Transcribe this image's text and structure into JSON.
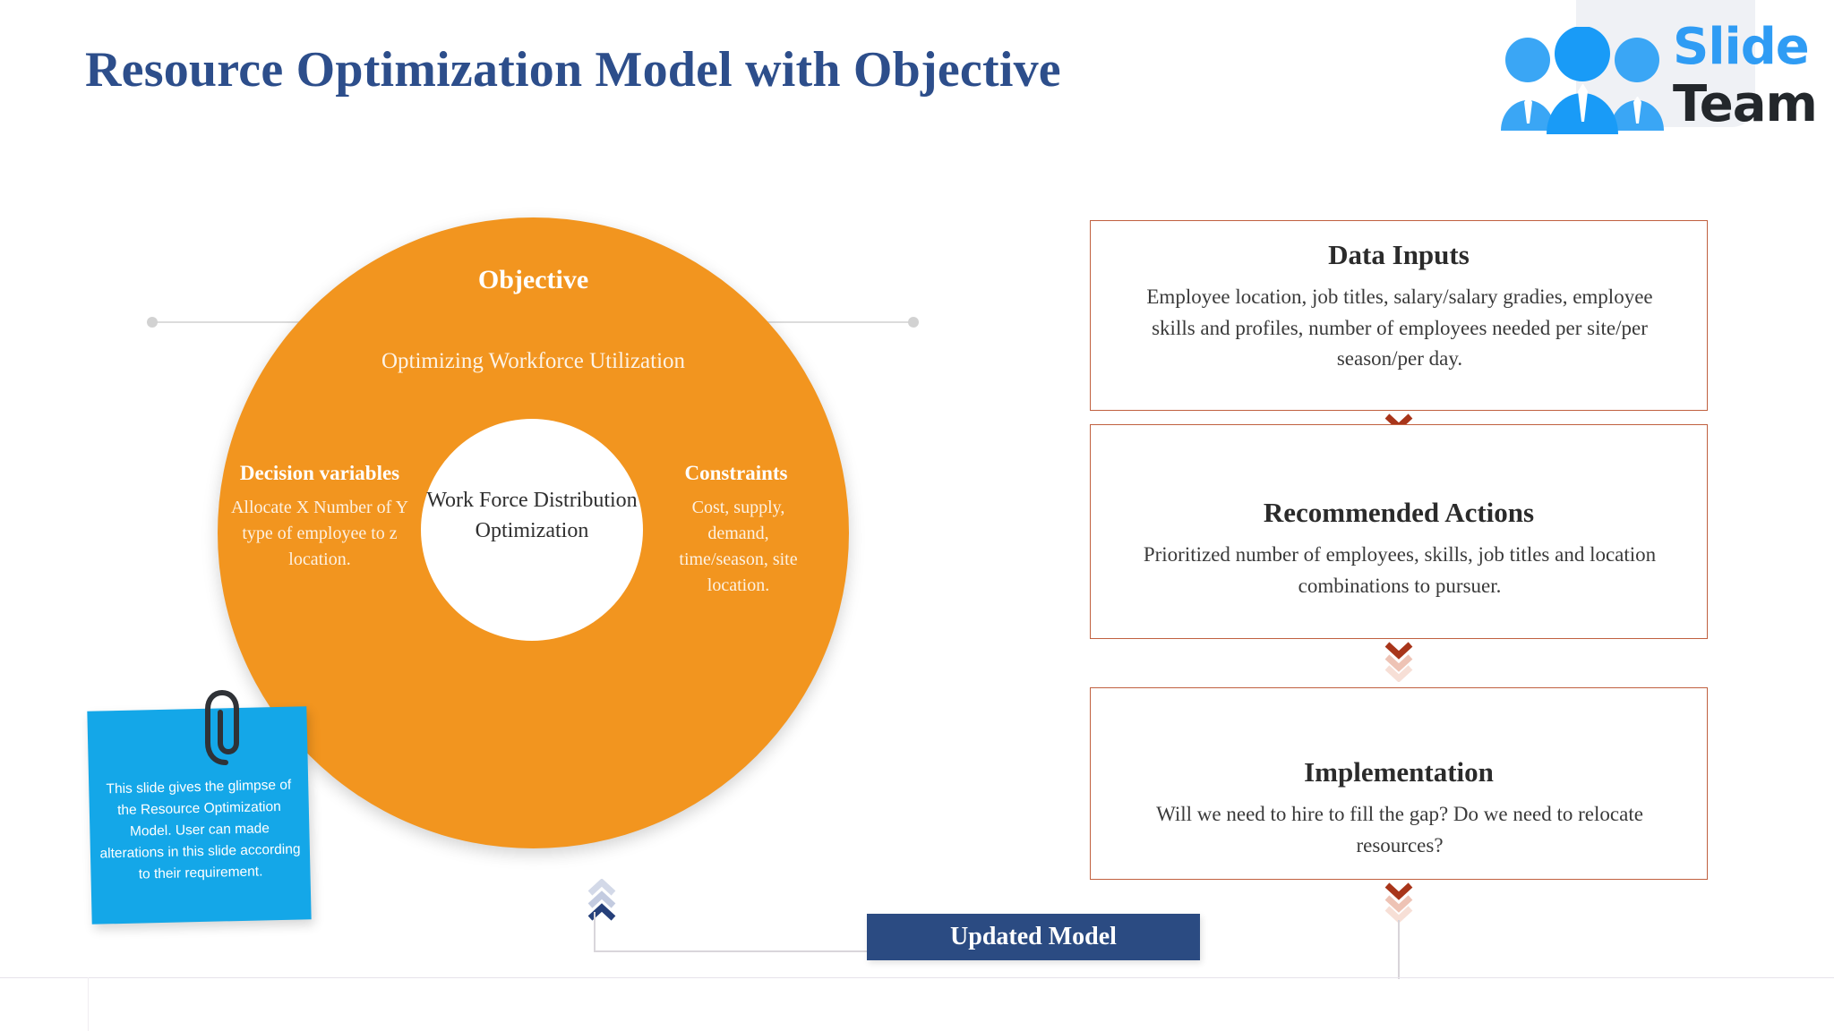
{
  "slide": {
    "title": "Resource Optimization Model with Objective"
  },
  "logo": {
    "brand_primary": "Slide",
    "brand_secondary": "Team",
    "color_blue": "#2f9cf4",
    "color_dark": "#23272b",
    "icon": "three-people-group-icon"
  },
  "diagram": {
    "objective_label": "Objective",
    "objective_subtitle": "Optimizing Workforce Utilization",
    "core_label": "Work Force Distribution Optimization",
    "left_title": "Decision variables",
    "left_body": "Allocate X Number of Y type of employee to z location.",
    "right_title": "Constraints",
    "right_body": "Cost, supply, demand, time/season, site location.",
    "circle_color": "#f2951f",
    "core_color": "#ffffff"
  },
  "sticky_note": {
    "text": "This slide gives the glimpse of the Resource Optimization Model. User can made alterations in this slide according to their requirement.",
    "color": "#14a7e8",
    "clip_icon": "paperclip-icon"
  },
  "flow": {
    "boxes": [
      {
        "title": "Data Inputs",
        "body": "Employee location, job titles, salary/salary gradies, employee skills and profiles, number of employees needed per site/per season/per day."
      },
      {
        "title": "Recommended Actions",
        "body": "Prioritized number of employees, skills, job titles and location combinations to pursuer."
      },
      {
        "title": "Implementation",
        "body": "Will we need to hire to fill the gap? Do we need to relocate resources?"
      }
    ],
    "border_color": "#c0603f",
    "connector_icon": "chevron-down-stack-icon"
  },
  "footer": {
    "updated_model_label": "Updated Model",
    "updated_model_color": "#2b4b82",
    "connector_icon": "chevron-up-stack-icon"
  }
}
